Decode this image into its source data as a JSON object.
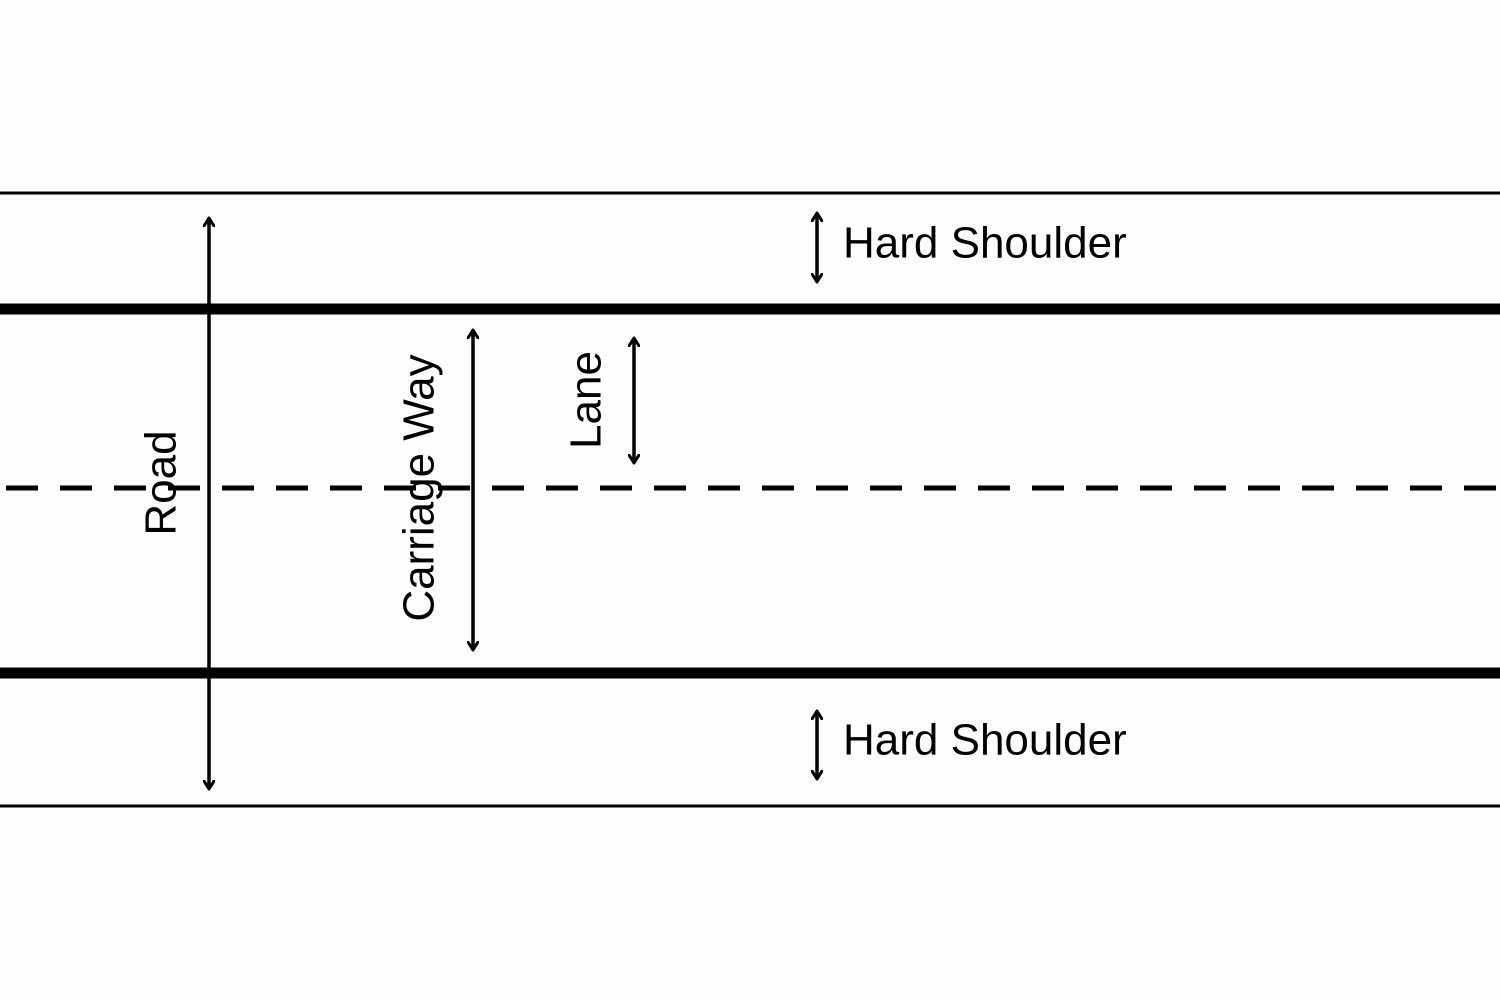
{
  "labels": {
    "road": "Road",
    "carriage_way": "Carriage Way",
    "lane": "Lane",
    "hard_shoulder_top": "Hard Shoulder",
    "hard_shoulder_bottom": "Hard Shoulder"
  },
  "colors": {
    "ink": "#000000",
    "background": "#fdfdfd"
  }
}
